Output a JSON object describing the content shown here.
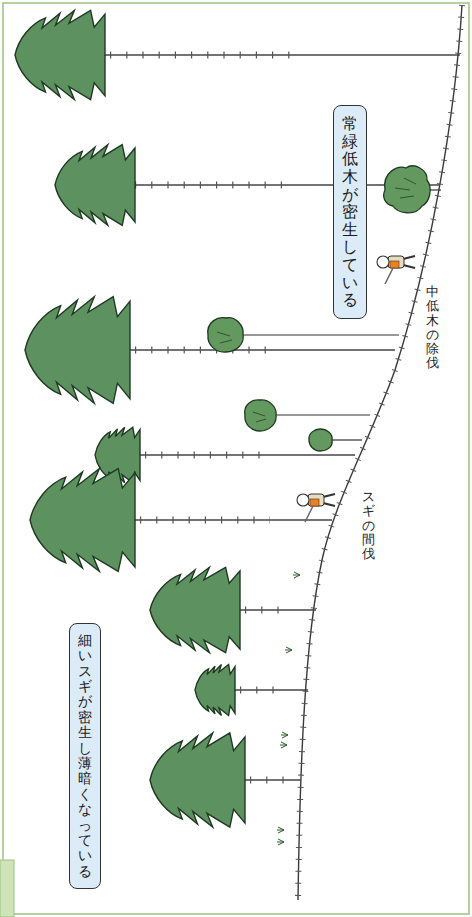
{
  "diagram": {
    "nodes": [
      {
        "text": [
          "細いスギが密生し薄暗くなっている"
        ]
      },
      {
        "text": [
          "常緑低木が密生している"
        ]
      }
    ],
    "labels": [
      "スギの間伐",
      "中低木の除伐"
    ]
  }
}
